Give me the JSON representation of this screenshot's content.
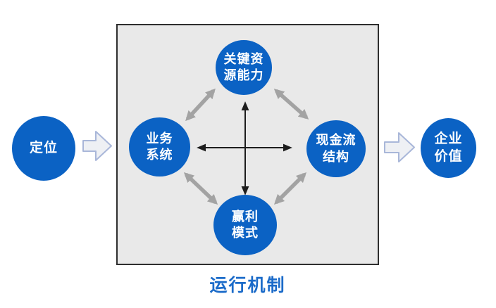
{
  "diagram": {
    "caption": "运行机制",
    "nodes": {
      "positioning": {
        "label": "定位"
      },
      "business_system": {
        "label": "业务\n系统"
      },
      "key_resources": {
        "label": "关键资\n源能力"
      },
      "cash_flow": {
        "label": "现金流\n结构"
      },
      "profit_model": {
        "label": "赢利\n模式"
      },
      "enterprise_value": {
        "label": "企业\n价值"
      }
    },
    "colors": {
      "background": "#ffffff",
      "node_fill": "#0b62c4",
      "node_text": "#ffffff",
      "caption_text": "#1b6bc9",
      "box_fill": "#e9e9e9",
      "box_border": "#2e2e2e",
      "gray_link": "#a3a3a3",
      "black_link": "#1d1d1d",
      "block_arrow_fill": "#eef0f4",
      "block_arrow_border": "#a9b7d9"
    }
  }
}
